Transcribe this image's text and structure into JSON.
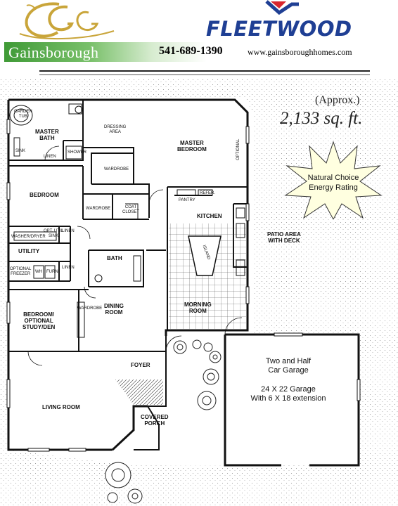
{
  "header": {
    "brand": "Gainsborough",
    "phone": "541-689-1390",
    "website": "www.gainsboroughhomes.com",
    "manufacturer": "FLEETWOOD",
    "colors": {
      "brand_green": "#3f9a36",
      "logo_gold": "#c9a53a",
      "fleetwood_blue": "#1f3f94",
      "fleetwood_red": "#d8262e"
    }
  },
  "plan": {
    "approx": "(Approx.)",
    "area": "2,133 sq. ft.",
    "badge": {
      "line1": "Natural Choice",
      "line2": "Energy Rating"
    },
    "rooms": {
      "master_bath": [
        "MASTER",
        "BATH"
      ],
      "garden_tub": [
        "GARDEN",
        "TUB"
      ],
      "dressing": [
        "DRESSING",
        "AREA"
      ],
      "master_bedroom": [
        "MASTER",
        "BEDROOM"
      ],
      "optional": "OPTIONAL",
      "linen": "LINEN",
      "shower": "SHOWER",
      "sink": "SINK",
      "wardrobe": "WARDROBE",
      "bedroom": "BEDROOM",
      "wardrobe2": "WARDROBE",
      "coat_closet": [
        "COAT",
        "CLOSET"
      ],
      "pantry": "PANTRY",
      "refer": "REFER.",
      "kitchen": "KITCHEN",
      "island": "ISLAND",
      "patio": [
        "PATIO AREA",
        "WITH DECK"
      ],
      "washer_dryer": "WASHER/DRYER",
      "opt_util_sink": [
        "OPT. UTIL",
        "SINK"
      ],
      "linen2": "LINEN",
      "utility": "UTILITY",
      "optional_freezer": [
        "OPTIONAL",
        "FREEZER"
      ],
      "wh": "WH",
      "furn": "FURN.",
      "linen3": "LINEN",
      "bath": "BATH",
      "dining": [
        "DINING",
        "ROOM"
      ],
      "morning": [
        "MORNING",
        "ROOM"
      ],
      "bedroom_study": [
        "BEDROOM/",
        "OPTIONAL",
        "STUDY/DEN"
      ],
      "wardrobe3": "WARDROBE",
      "foyer": "FOYER",
      "living": "LIVING ROOM",
      "covered_porch": [
        "COVERED",
        "PORCH"
      ]
    },
    "garage": {
      "title": [
        "Two and Half",
        "Car Garage"
      ],
      "size": [
        "24 X 22 Garage",
        "With 6 X 18 extension"
      ]
    }
  }
}
